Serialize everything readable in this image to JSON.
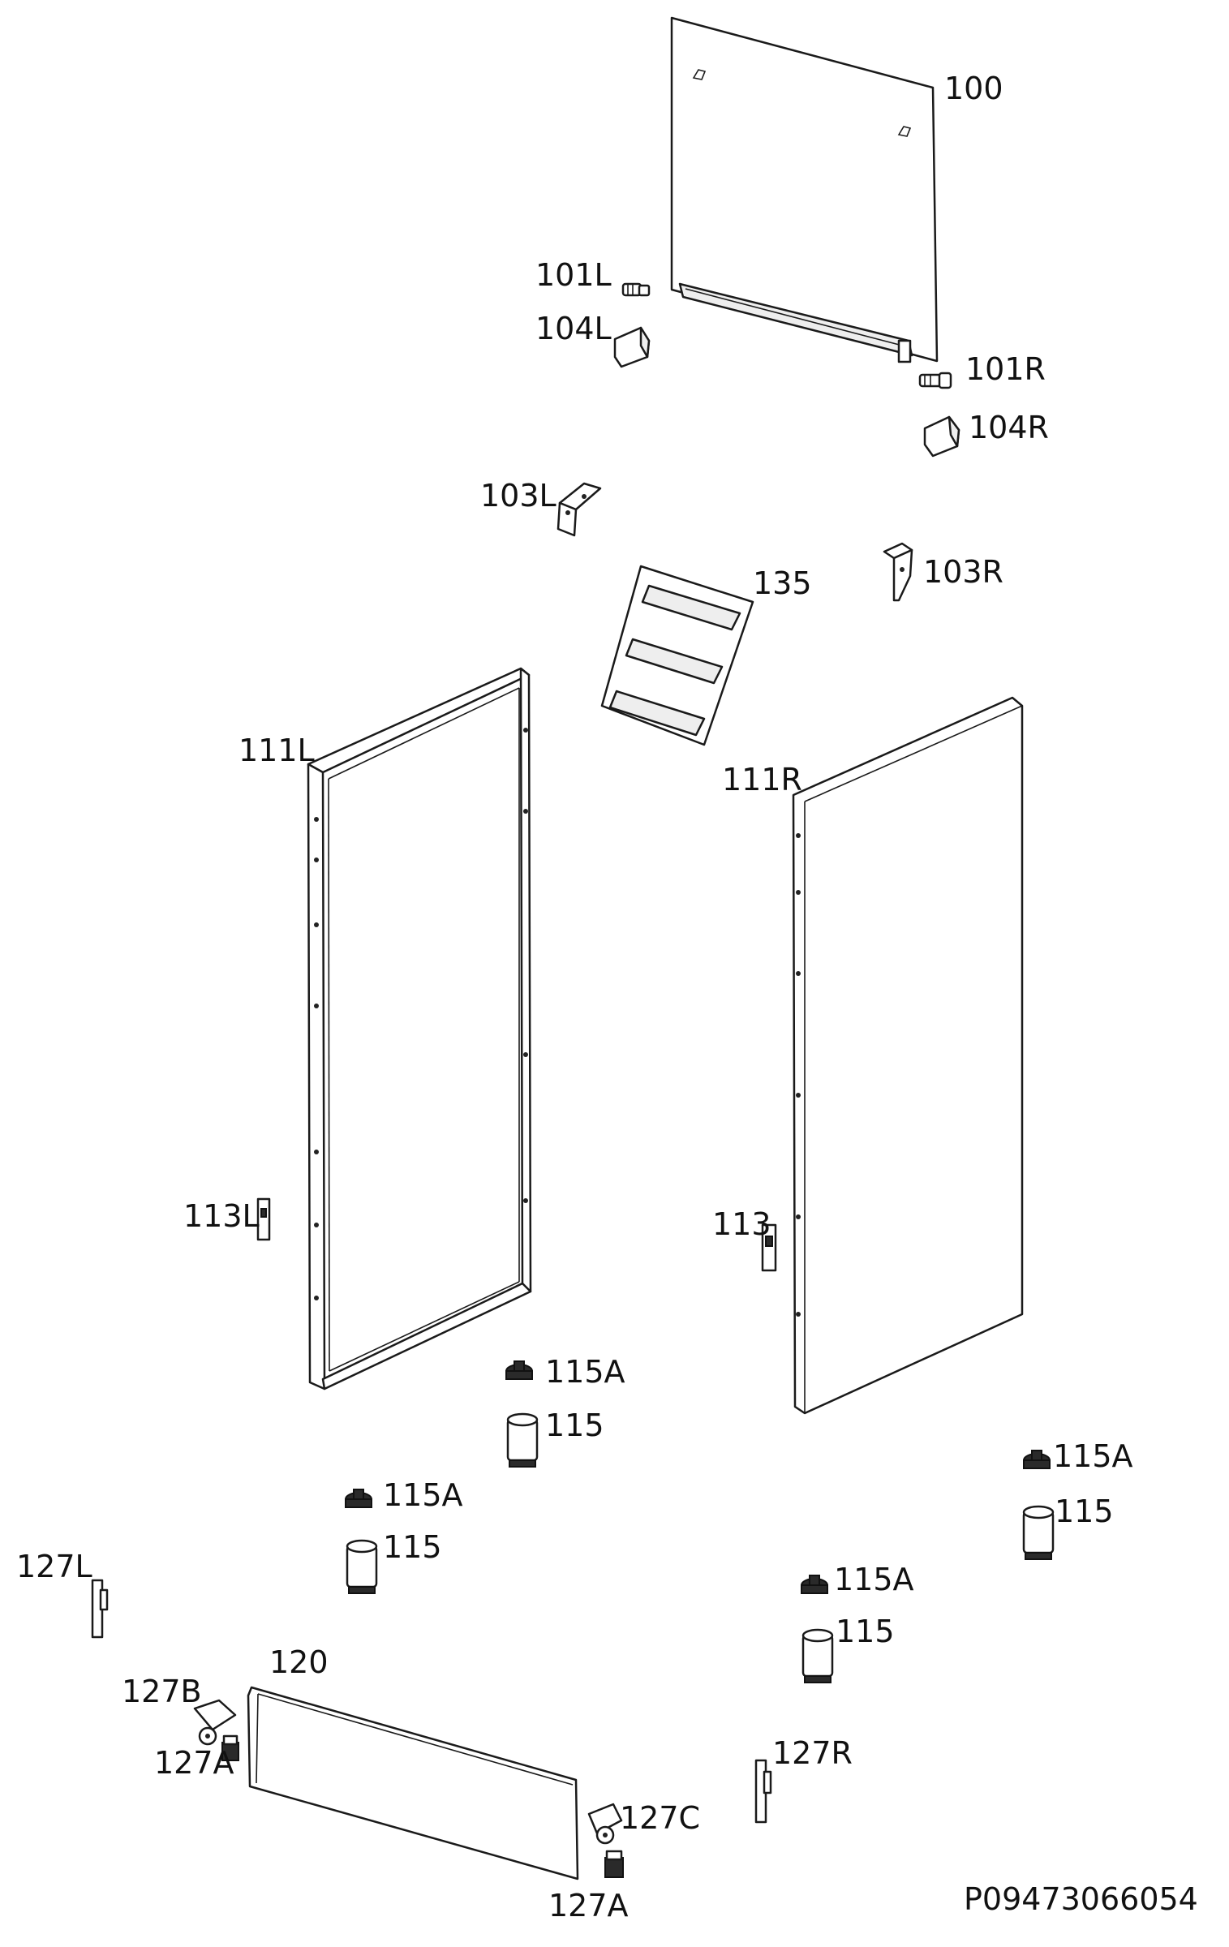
{
  "diagram_id": "P09473066054",
  "labels": {
    "l100": "100",
    "l101L": "101L",
    "l104L": "104L",
    "l101R": "101R",
    "l104R": "104R",
    "l103L": "103L",
    "l135": "135",
    "l103R": "103R",
    "l111L": "111L",
    "l111R": "111R",
    "l113L": "113L",
    "l113": "113",
    "l115A_1": "115A",
    "l115_1": "115",
    "l115A_2": "115A",
    "l115_2": "115",
    "l115A_3": "115A",
    "l115_3": "115",
    "l115A_4": "115A",
    "l115_4": "115",
    "l127L": "127L",
    "l120": "120",
    "l127B": "127B",
    "l127A_1": "127A",
    "l127R": "127R",
    "l127C": "127C",
    "l127A_2": "127A"
  },
  "colors": {
    "line": "#1a1a1a",
    "background": "#ffffff",
    "dark_part": "#2a2a2a"
  }
}
